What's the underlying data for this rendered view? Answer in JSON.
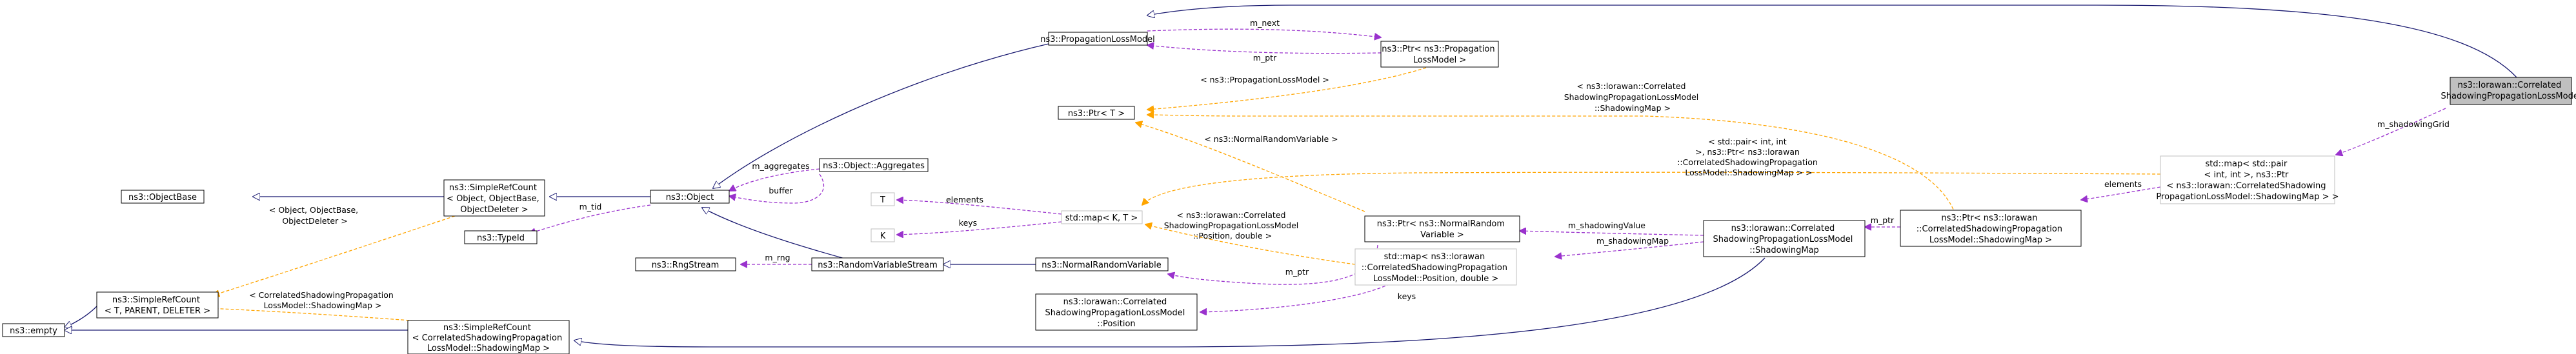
{
  "colors": {
    "inheritance": "#191970",
    "usage": "#9a32cd",
    "template": "#ffa500",
    "focus_fill": "#bfbfbf"
  },
  "nodes": {
    "correlated_model": [
      "ns3::lorawan::Correlated",
      "ShadowingPropagationLossModel"
    ],
    "propagation_loss_model": [
      "ns3::PropagationLossModel"
    ],
    "ptr_propagation": [
      "ns3::Ptr< ns3::Propagation",
      "LossModel >"
    ],
    "ptr_t": [
      "ns3::Ptr< T >"
    ],
    "object_aggregates": [
      "ns3::Object::Aggregates"
    ],
    "object_base": [
      "ns3::ObjectBase"
    ],
    "simple_ref_count_object": [
      "ns3::SimpleRefCount",
      "< Object, ObjectBase,",
      "ObjectDeleter >"
    ],
    "object": [
      "ns3::Object"
    ],
    "type_id": [
      "ns3::TypeId"
    ],
    "t_param": [
      "T"
    ],
    "k_param": [
      "K"
    ],
    "std_map_kt": [
      "std::map< K, T >"
    ],
    "ptr_normal_rv": [
      "ns3::Ptr< ns3::NormalRandom",
      "Variable >"
    ],
    "std_map_pair": [
      "std::map< std::pair",
      "< int, int >, ns3::Ptr",
      "< ns3::lorawan::CorrelatedShadowing",
      "PropagationLossModel::ShadowingMap > >"
    ],
    "ptr_shadowing_map": [
      "ns3::Ptr< ns3::lorawan",
      "::CorrelatedShadowingPropagation",
      "LossModel::ShadowingMap >"
    ],
    "shadowing_map": [
      "ns3::lorawan::Correlated",
      "ShadowingPropagationLossModel",
      "::ShadowingMap"
    ],
    "rng_stream": [
      "ns3::RngStream"
    ],
    "random_variable_stream": [
      "ns3::RandomVariableStream"
    ],
    "normal_random_variable": [
      "ns3::NormalRandomVariable"
    ],
    "std_map_position": [
      "std::map< ns3::lorawan",
      "::CorrelatedShadowingPropagation",
      "LossModel::Position, double >"
    ],
    "position": [
      "ns3::lorawan::Correlated",
      "ShadowingPropagationLossModel",
      "::Position"
    ],
    "simple_ref_count_template": [
      "ns3::SimpleRefCount",
      "< T, PARENT, DELETER >"
    ],
    "empty": [
      "ns3::empty"
    ],
    "simple_ref_count_shadowing": [
      "ns3::SimpleRefCount",
      "< CorrelatedShadowingPropagation",
      "LossModel::ShadowingMap >"
    ]
  },
  "edge_labels": {
    "m_next": [
      "m_next"
    ],
    "m_ptr_propagation": [
      "m_ptr"
    ],
    "ptr_propagation_template": [
      "< ns3::PropagationLossModel >"
    ],
    "ptr_shadowing_template": [
      "< ns3::lorawan::Correlated",
      "ShadowingPropagationLossModel",
      "::ShadowingMap >"
    ],
    "m_shadowing_grid": [
      "m_shadowingGrid"
    ],
    "m_aggregates": [
      "m_aggregates"
    ],
    "buffer": [
      "buffer"
    ],
    "m_tid": [
      "m_tid"
    ],
    "ptr_normal_template": [
      "< ns3::NormalRandomVariable >"
    ],
    "pair_template": [
      "< std::pair< int, int",
      ">, ns3::Ptr< ns3::lorawan",
      "::CorrelatedShadowingPropagation",
      "LossModel::ShadowingMap > >"
    ],
    "elements_t": [
      "elements"
    ],
    "keys_k": [
      "keys"
    ],
    "position_template": [
      "< ns3::lorawan::Correlated",
      "ShadowingPropagationLossModel",
      "::Position, double >"
    ],
    "elements_map": [
      "elements"
    ],
    "m_ptr_shadowing": [
      "m_ptr"
    ],
    "m_shadowing_value": [
      "m_shadowingValue"
    ],
    "m_shadowing_map": [
      "m_shadowingMap"
    ],
    "m_ptr_normal": [
      "m_ptr"
    ],
    "m_rng": [
      "m_rng"
    ],
    "keys_position": [
      "keys"
    ],
    "object_template": [
      "< Object, ObjectBase,",
      "ObjectDeleter >"
    ],
    "shadowing_ref_template": [
      "< CorrelatedShadowingPropagation",
      "LossModel::ShadowingMap >"
    ]
  }
}
